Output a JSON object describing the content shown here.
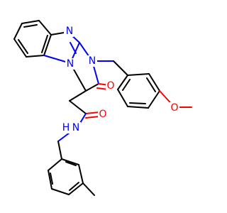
{
  "molecule": {
    "colors": {
      "carbon_bond": "#000000",
      "nitrogen": "#0000ff",
      "oxygen": "#ff0000",
      "background": "#ffffff"
    },
    "atom_labels": {
      "n_imine": "N",
      "n_benzyl": "N",
      "n_fused": "N",
      "o_ring_carbonyl": "O",
      "o_methoxy": "O",
      "n_amide": "N",
      "h_amide": "H",
      "o_amide": "O"
    }
  }
}
